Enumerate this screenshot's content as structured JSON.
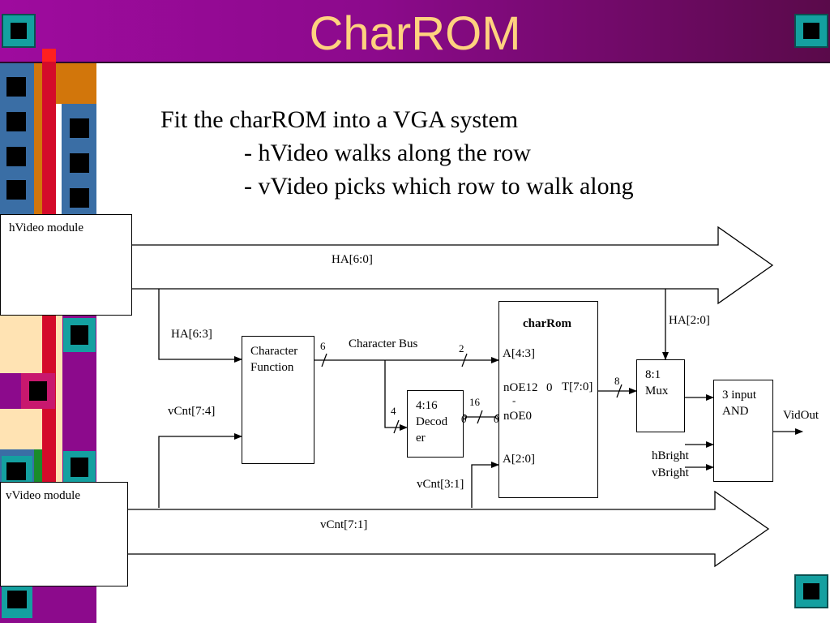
{
  "title": "CharROM",
  "intro": {
    "line1": "Fit the charROM into a VGA system",
    "line2": "- hVideo walks along the row",
    "line3": "- vVideo picks which row to walk along"
  },
  "modules": {
    "hvideo": "hVideo module",
    "vvideo": "vVideo module"
  },
  "blocks": {
    "char_function": [
      "Character",
      "Function"
    ],
    "decoder": [
      "4:16",
      "Decod",
      "er"
    ],
    "charrom_title": "charRom",
    "mux": [
      "8:1",
      "Mux"
    ],
    "and_gate": [
      "3 input",
      "AND"
    ]
  },
  "ports": {
    "a43": "A[4:3]",
    "noe12": "nOE12",
    "noe12_digit": "0",
    "noe12_dash": "-",
    "noe0": "nOE0",
    "noe0_zero": "0",
    "a20": "A[2:0]",
    "t70": "T[7:0]"
  },
  "signals": {
    "ha60": "HA[6:0]",
    "ha63": "HA[6:3]",
    "ha20": "HA[2:0]",
    "vcnt74": "vCnt[7:4]",
    "vcnt31": "vCnt[3:1]",
    "vcnt71": "vCnt[7:1]",
    "char_bus": "Character Bus",
    "hbright": "hBright",
    "vbright": "vBright",
    "vidout": "VidOut"
  },
  "bus_widths": {
    "six": "6",
    "two": "2",
    "four": "4",
    "sixteen": "16",
    "eight": "8",
    "dec_zero": "0"
  },
  "colors": {
    "header": "#9e0b9e",
    "title": "#ffd27f",
    "tile": "#14a0a0",
    "blue": "#3a6ea5",
    "orange": "#d2760b",
    "red": "#d40b2a",
    "purple": "#8c0a8c",
    "cream": "#ffe3b3",
    "green": "#1a8c2a"
  }
}
